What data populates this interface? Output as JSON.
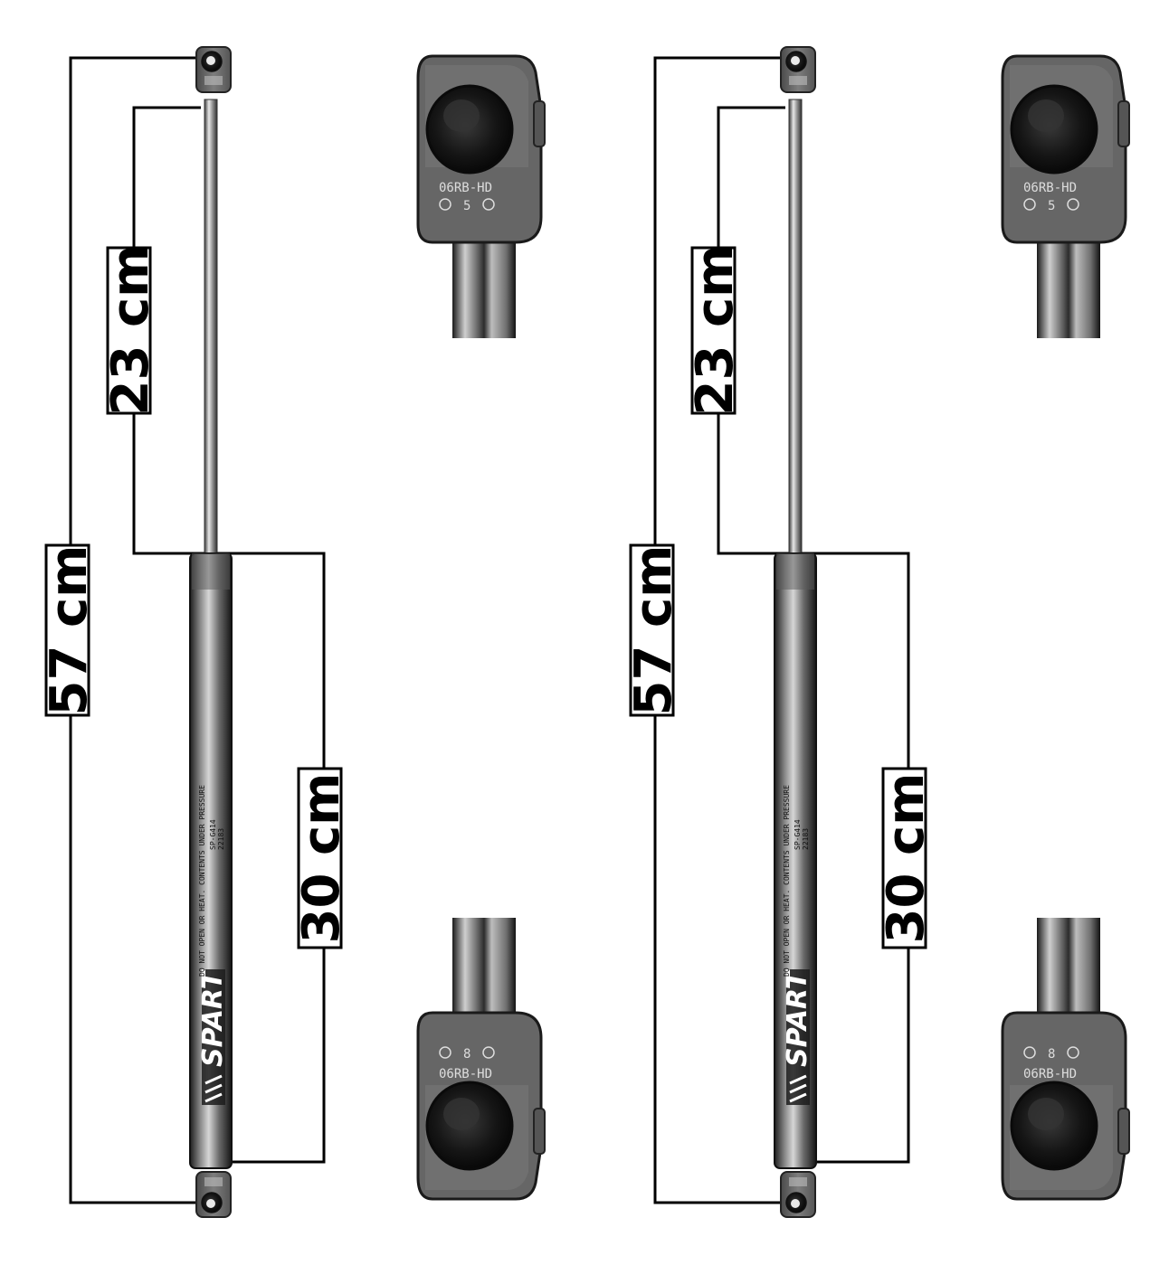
{
  "brand": "SPART",
  "part_code": "SP-G414",
  "part_number": "22183",
  "cylinder_warning": "DO NOT OPEN OR HEAT. CONTENTS UNDER PRESSURE",
  "end_fitting_marking": "06RB-HD",
  "end_fitting_size": "5",
  "end_fitting_size_bottom": "8",
  "dimensions": {
    "total_length": "57 cm",
    "rod_length": "23 cm",
    "cylinder_length": "30 cm"
  },
  "colors": {
    "line": "#000000",
    "metal": "#9a9a9a",
    "fitting": "#6e6e6e"
  }
}
